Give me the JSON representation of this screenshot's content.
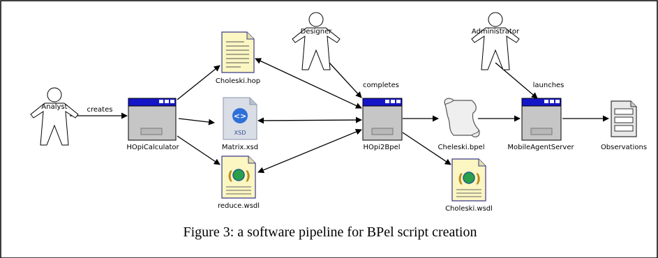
{
  "figure": {
    "caption": "Figure 3: a software pipeline for BPel script creation",
    "actors": {
      "analyst": "Analyst",
      "designer": "Designer",
      "administrator": "Administrator"
    },
    "components": {
      "hopi_calculator": "HOpiCalculator",
      "hopi2bpel": "HOpi2Bpel",
      "mobile_agent_server": "MobileAgentServer"
    },
    "files": {
      "choleski_hop": "Choleski.hop",
      "matrix_xsd": "Matrix.xsd",
      "xsd_badge": "XSD",
      "reduce_wsdl": "reduce.wsdl",
      "choleski_bpel": "Cheleski.bpel",
      "choleski_wsdl": "Choleski.wsdl",
      "observations": "Observations"
    },
    "edge_labels": {
      "creates": "creates",
      "completes": "completes",
      "launches": "launches"
    }
  }
}
